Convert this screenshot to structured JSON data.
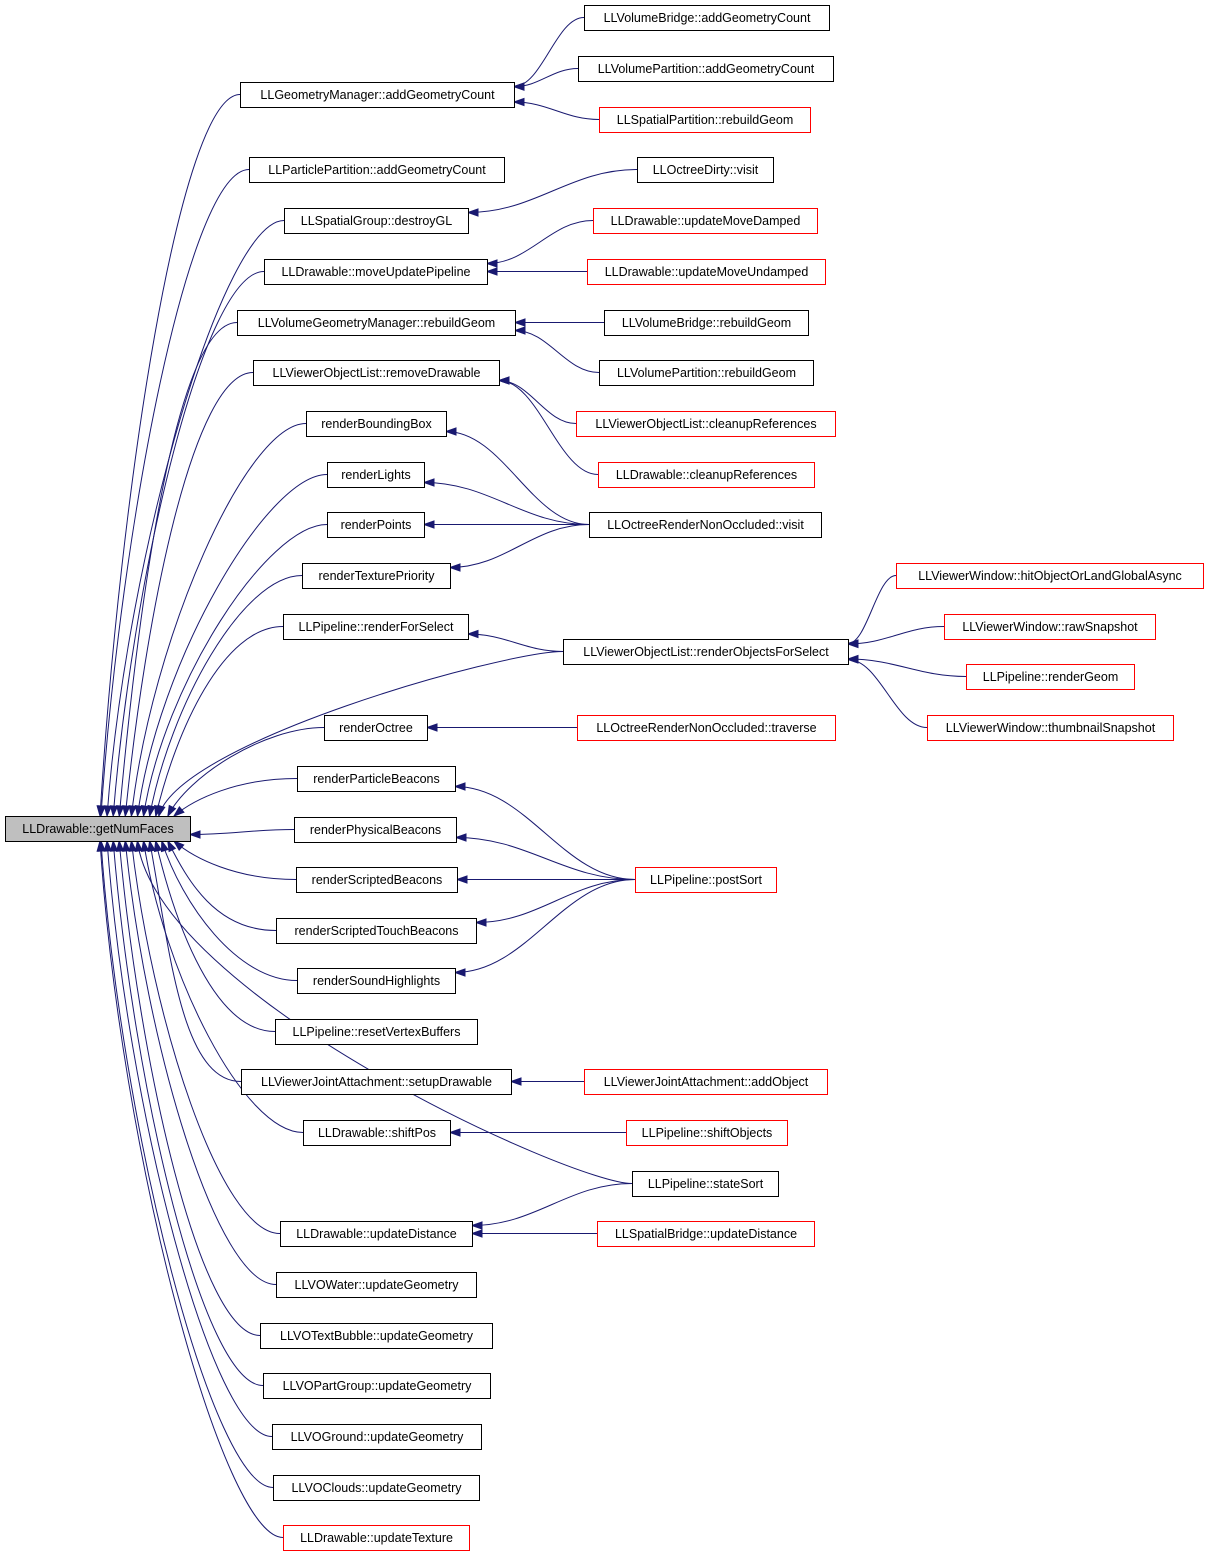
{
  "root": "LLDrawable::getNumFaces",
  "nodes": {
    "root": "LLDrawable::getNumFaces",
    "geomMgrAdd": "LLGeometryManager::addGeometryCount",
    "particlePartAdd": "LLParticlePartition::addGeometryCount",
    "spatialGroupDestroy": "LLSpatialGroup::destroyGL",
    "moveUpdatePipeline": "LLDrawable::moveUpdatePipeline",
    "volGeomMgrRebuild": "LLVolumeGeometryManager::rebuildGeom",
    "removeDrawable": "LLViewerObjectList::removeDrawable",
    "renderBoundingBox": "renderBoundingBox",
    "renderLights": "renderLights",
    "renderPoints": "renderPoints",
    "renderTexturePriority": "renderTexturePriority",
    "pipelineRenderForSelect": "LLPipeline::renderForSelect",
    "renderObjectsForSelect": "LLViewerObjectList::renderObjectsForSelect",
    "renderOctree": "renderOctree",
    "renderParticleBeacons": "renderParticleBeacons",
    "renderPhysicalBeacons": "renderPhysicalBeacons",
    "renderScriptedBeacons": "renderScriptedBeacons",
    "renderScriptedTouchBeacons": "renderScriptedTouchBeacons",
    "renderSoundHighlights": "renderSoundHighlights",
    "resetVertexBuffers": "LLPipeline::resetVertexBuffers",
    "setupDrawable": "LLViewerJointAttachment::setupDrawable",
    "shiftPos": "LLDrawable::shiftPos",
    "updateDistance": "LLDrawable::updateDistance",
    "voWater": "LLVOWater::updateGeometry",
    "voTextBubble": "LLVOTextBubble::updateGeometry",
    "voPartGroup": "LLVOPartGroup::updateGeometry",
    "voGround": "LLVOGround::updateGeometry",
    "voClouds": "LLVOClouds::updateGeometry",
    "updateTexture": "LLDrawable::updateTexture",
    "volBridgeAdd": "LLVolumeBridge::addGeometryCount",
    "volPartAdd": "LLVolumePartition::addGeometryCount",
    "spatialPartRebuild": "LLSpatialPartition::rebuildGeom",
    "octreeDirty": "LLOctreeDirty::visit",
    "updateMoveDamped": "LLDrawable::updateMoveDamped",
    "updateMoveUndamped": "LLDrawable::updateMoveUndamped",
    "volBridgeRebuild": "LLVolumeBridge::rebuildGeom",
    "volPartRebuild": "LLVolumePartition::rebuildGeom",
    "objListCleanup": "LLViewerObjectList::cleanupReferences",
    "drawableCleanup": "LLDrawable::cleanupReferences",
    "octreeNonOccVisit": "LLOctreeRenderNonOccluded::visit",
    "octreeNonOccTraverse": "LLOctreeRenderNonOccluded::traverse",
    "postSort": "LLPipeline::postSort",
    "addObject": "LLViewerJointAttachment::addObject",
    "shiftObjects": "LLPipeline::shiftObjects",
    "stateSort": "LLPipeline::stateSort",
    "spatialBridgeUpdateDist": "LLSpatialBridge::updateDistance",
    "hitObject": "LLViewerWindow::hitObjectOrLandGlobalAsync",
    "rawSnapshot": "LLViewerWindow::rawSnapshot",
    "renderGeom": "LLPipeline::renderGeom",
    "thumbnailSnapshot": "LLViewerWindow::thumbnailSnapshot"
  },
  "colors": {
    "edge": "#191970",
    "border_documented": "#000000",
    "border_undocumented": "#ff0000",
    "root_fill": "#bfbfbf"
  }
}
